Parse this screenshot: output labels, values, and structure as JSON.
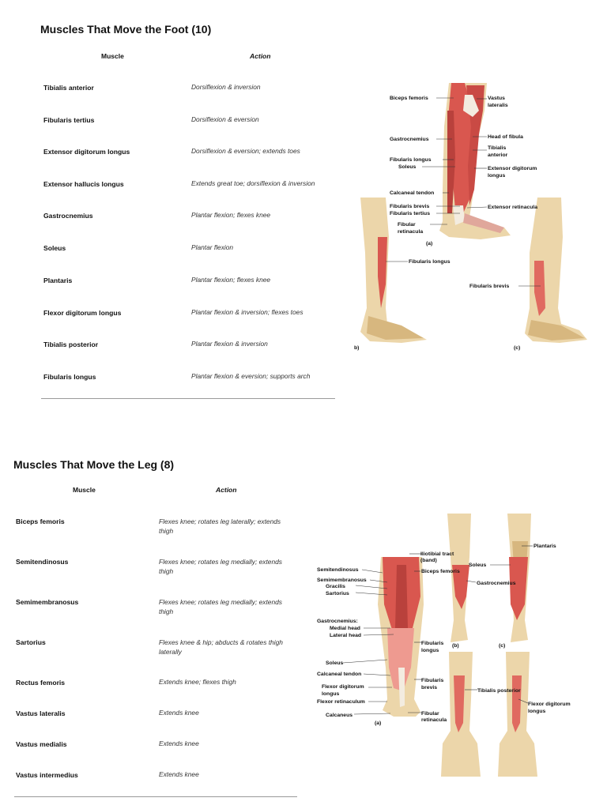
{
  "foot": {
    "title": "Muscles That Move the Foot (10)",
    "col_muscle": "Muscle",
    "col_action": "Action",
    "rows": [
      {
        "muscle": "Tibialis anterior",
        "action": "Dorsiflexion & inversion"
      },
      {
        "muscle": "Fibularis tertius",
        "action": "Dorsiflexion & eversion"
      },
      {
        "muscle": "Extensor digitorum longus",
        "action": "Dorsiflexion & eversion; extends toes"
      },
      {
        "muscle": "Extensor hallucis longus",
        "action": "Extends great toe; dorsiflexion & inversion"
      },
      {
        "muscle": "Gastrocnemius",
        "action": "Plantar flexion; flexes knee"
      },
      {
        "muscle": "Soleus",
        "action": "Plantar flexion"
      },
      {
        "muscle": "Plantaris",
        "action": "Plantar flexion; flexes knee"
      },
      {
        "muscle": "Flexor digitorum longus",
        "action": "Plantar flexion & inversion; flexes toes"
      },
      {
        "muscle": "Tibialis posterior",
        "action": "Plantar flexion & inversion"
      },
      {
        "muscle": "Fibularis longus",
        "action": "Plantar flexion & eversion; supports arch"
      }
    ],
    "figure_labels": {
      "biceps_femoris": "Biceps femoris",
      "vastus_lateralis_1": "Vastus",
      "vastus_lateralis_2": "lateralis",
      "gastrocnemius": "Gastrocnemius",
      "head_of_fibula": "Head of fibula",
      "tibialis_anterior_1": "Tibialis",
      "tibialis_anterior_2": "anterior",
      "fibularis_longus": "Fibularis longus",
      "soleus": "Soleus",
      "extensor_digitorum_1": "Extensor digitorum",
      "extensor_digitorum_2": "longus",
      "calcaneal_tendon": "Calcaneal tendon",
      "fibularis_brevis": "Fibularis brevis",
      "extensor_retinacula": "Extensor retinacula",
      "fibularis_tertius": "Fibularis tertius",
      "fibular_retinacula_1": "Fibular",
      "fibular_retinacula_2": "retinacula",
      "panel_a": "(a)",
      "panel_b": "b)",
      "panel_c": "(c)",
      "fibularis_longus_b": "Fibularis longus",
      "fibularis_brevis_c": "Fibularis brevis"
    }
  },
  "leg": {
    "title": "Muscles That Move the Leg (8)",
    "col_muscle": "Muscle",
    "col_action": "Action",
    "rows": [
      {
        "muscle": "Biceps femoris",
        "action_1": "Flexes knee; rotates leg laterally; extends",
        "action_2": "thigh"
      },
      {
        "muscle": "Semitendinosus",
        "action_1": "Flexes knee; rotates leg medially; extends",
        "action_2": "thigh"
      },
      {
        "muscle": "Semimembranosus",
        "action_1": "Flexes knee; rotates leg medially; extends",
        "action_2": "thigh"
      },
      {
        "muscle": "Sartorius",
        "action_1": "Flexes knee & hip; abducts & rotates thigh",
        "action_2": "laterally"
      },
      {
        "muscle": "Rectus femoris",
        "action_1": "Extends knee; flexes thigh",
        "action_2": ""
      },
      {
        "muscle": "Vastus lateralis",
        "action_1": "Extends knee",
        "action_2": ""
      },
      {
        "muscle": "Vastus medialis",
        "action_1": "Extends knee",
        "action_2": ""
      },
      {
        "muscle": "Vastus intermedius",
        "action_1": "Extends knee",
        "action_2": ""
      }
    ],
    "figure_labels": {
      "iliotibial_1": "Iliotibial tract",
      "iliotibial_2": "(band)",
      "biceps_femoris": "Biceps femoris",
      "semitendinosus": "Semitendinosus",
      "semimembranosus": "Semimembranosus",
      "gracilis": "Gracilis",
      "sartorius": "Sartorius",
      "gastrocnemius": "Gastrocnemius:",
      "medial_head": "Medial head",
      "lateral_head": "Lateral head",
      "soleus": "Soleus",
      "calcaneal_tendon": "Calcaneal tendon",
      "flexor_digitorum_1": "Flexor digitorum",
      "flexor_digitorum_2": "longus",
      "flexor_retinaculum": "Flexor retinaculum",
      "calcaneus": "Calcaneus",
      "fibularis_longus_1": "Fibularis",
      "fibularis_longus_2": "longus",
      "fibularis_brevis_1": "Fibularis",
      "fibularis_brevis_2": "brevis",
      "fibular_retinacula_1": "Fibular",
      "fibular_retinacula_2": "retinacula",
      "panel_a": "(a)",
      "panel_b": "(b)",
      "panel_c": "(c)",
      "soleus_b": "Soleus",
      "gastrocnemius_b": "Gastrocnemius",
      "plantaris": "Plantaris",
      "tibialis_posterior": "Tibialis posterior",
      "flexor_dig_d_1": "Flexor digitorum",
      "flexor_dig_d_2": "longus"
    }
  },
  "colors": {
    "muscle": "#d9574f",
    "muscle_light": "#ee9a90",
    "bone": "#ecd6aa",
    "bone_shade": "#d7b77f",
    "tendon": "#f3ece0"
  }
}
